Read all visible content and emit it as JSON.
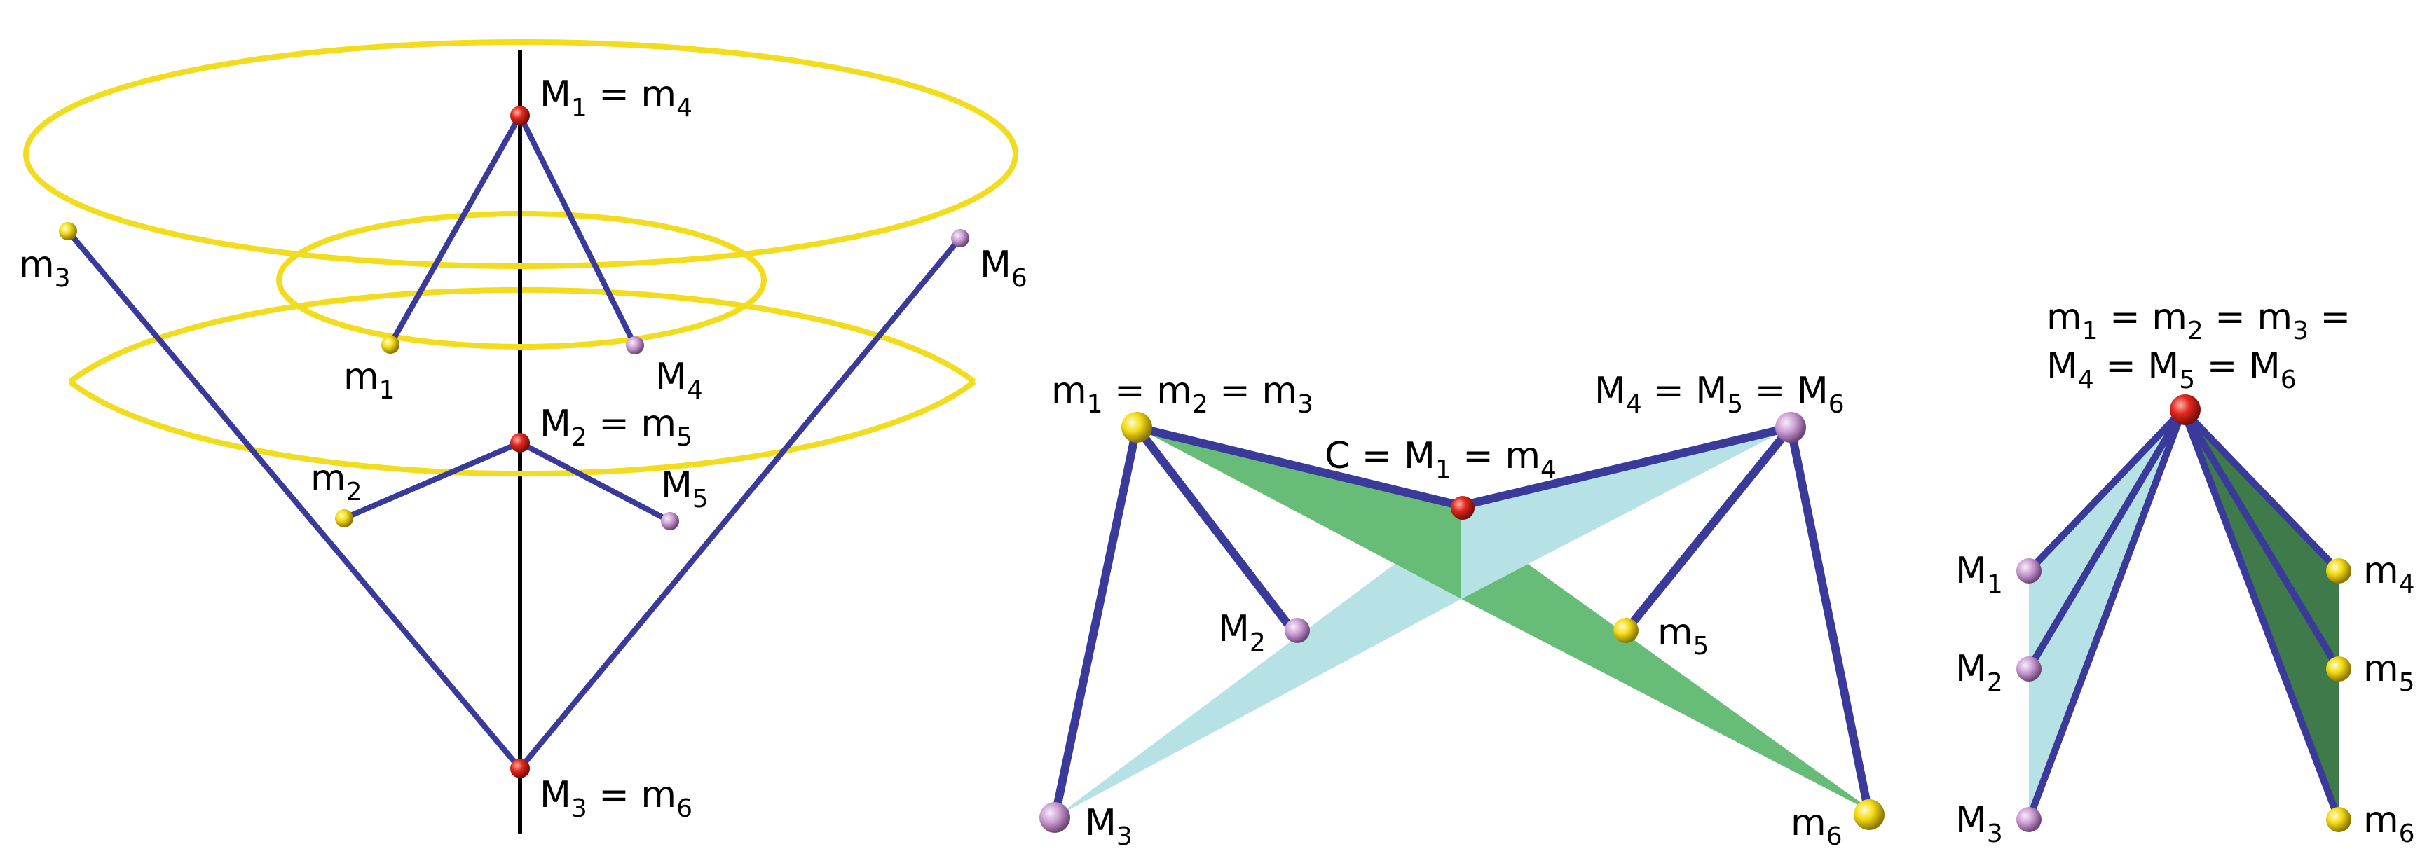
{
  "colors": {
    "ring": "#f2dc1e",
    "ring_edge": "#9a8a10",
    "rod": "#3a3a9a",
    "axis": "#000000",
    "node_red": "#e0281e",
    "node_yellow": "#f5dc14",
    "node_pink": "#c99ad0",
    "face_green": "#67bd77",
    "face_cyan": "#b7e2e5",
    "face_dark_green": "#3f7a4b"
  },
  "panels": {
    "left": {
      "labels": {
        "M1_eq_m4": [
          "M",
          "1",
          " = m",
          "4"
        ],
        "M2_eq_m5": [
          "M",
          "2",
          " = m",
          "5"
        ],
        "M3_eq_m6": [
          "M",
          "3",
          " = m",
          "6"
        ],
        "m3": [
          "m",
          "3"
        ],
        "M6": [
          "M",
          "6"
        ],
        "m1": [
          "m",
          "1"
        ],
        "M4": [
          "M",
          "4"
        ],
        "m2": [
          "m",
          "2"
        ],
        "M5": [
          "M",
          "5"
        ]
      }
    },
    "middle": {
      "labels": {
        "m1_eq_m2_eq_m3": [
          "m",
          "1",
          " = m",
          "2",
          " = m",
          "3"
        ],
        "M4_eq_M5_eq_M6": [
          "M",
          "4",
          " = M",
          "5",
          " = M",
          "6"
        ],
        "C_eq_M1_eq_m4": [
          "C = M",
          "1",
          " = m",
          "4"
        ],
        "M2": [
          "M",
          "2"
        ],
        "m5": [
          "m",
          "5"
        ],
        "M3": [
          "M",
          "3"
        ],
        "m6": [
          "m",
          "6"
        ]
      }
    },
    "right": {
      "labels": {
        "line1": [
          "m",
          "1",
          " = m",
          "2",
          " = m",
          "3",
          " ="
        ],
        "line2": [
          "M",
          "4",
          " = M",
          "5",
          " = M",
          "6"
        ],
        "M1": [
          "M",
          "1"
        ],
        "M2": [
          "M",
          "2"
        ],
        "M3": [
          "M",
          "3"
        ],
        "m4": [
          "m",
          "4"
        ],
        "m5": [
          "m",
          "5"
        ],
        "m6": [
          "m",
          "6"
        ]
      }
    }
  }
}
